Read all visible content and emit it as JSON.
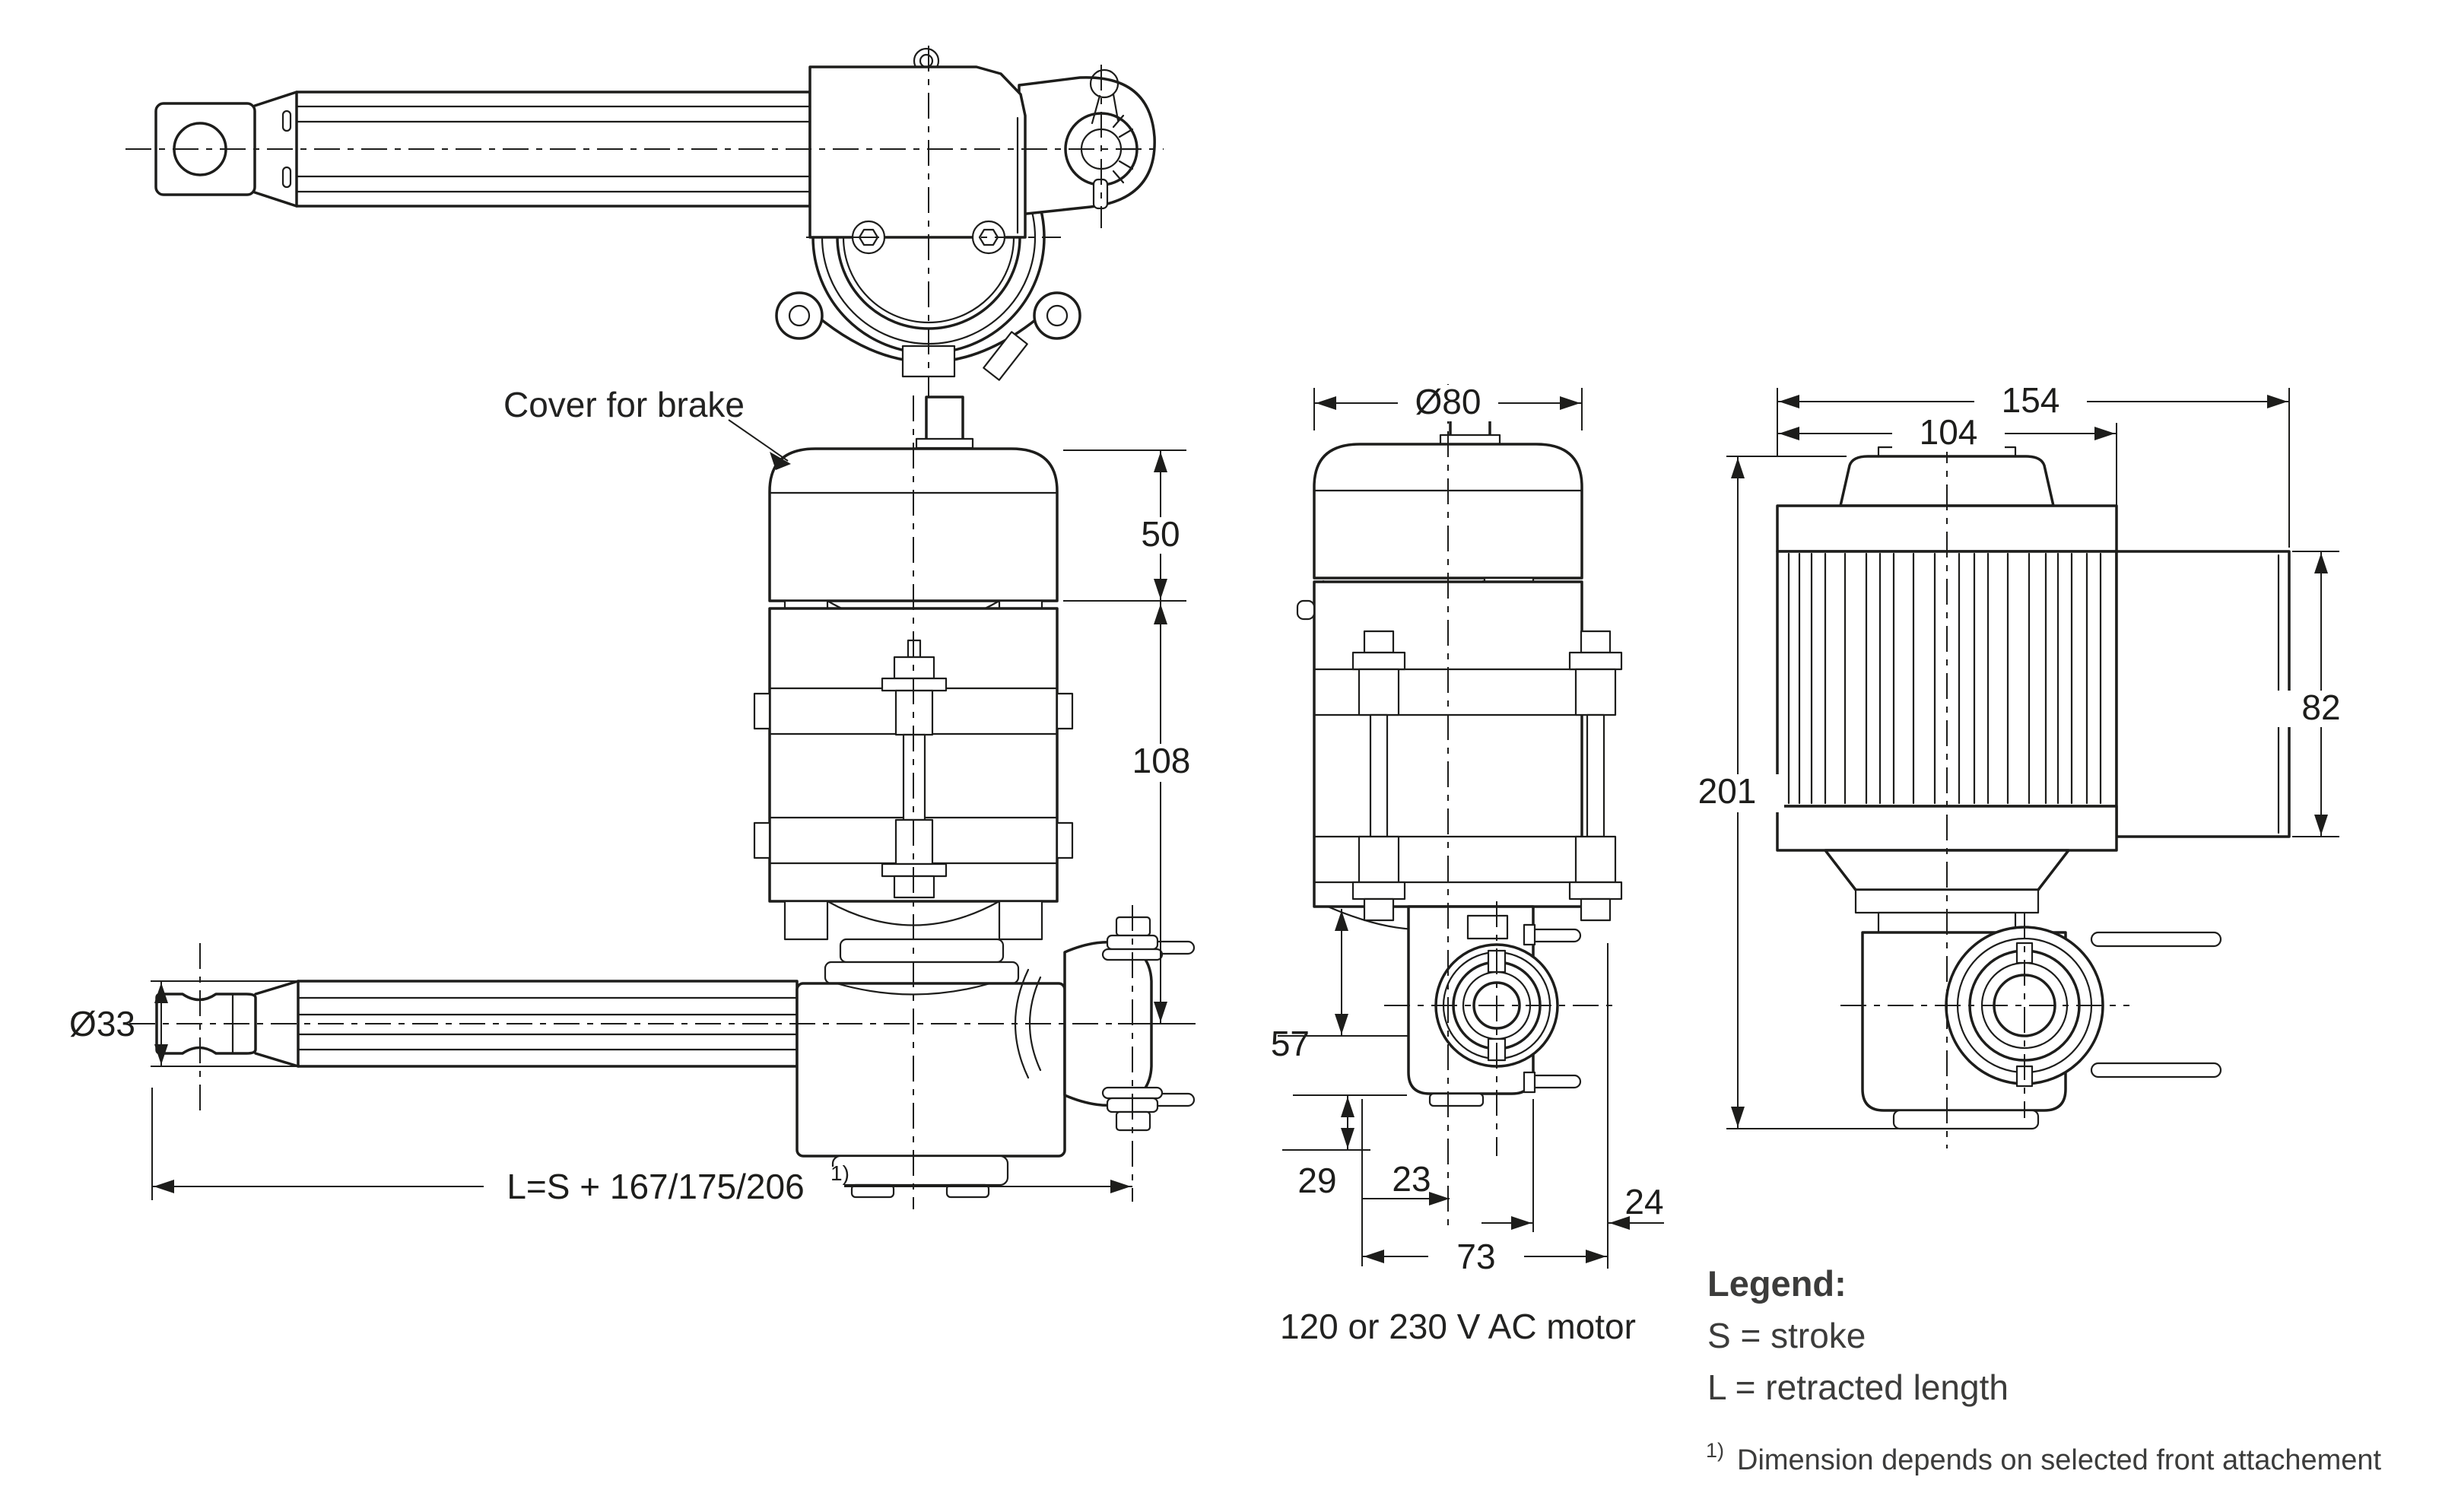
{
  "drawing": {
    "title_context": "Linear actuator dimensional drawing",
    "annotations": {
      "cover_for_brake": "Cover for brake",
      "motor_note": "120 or 230 V AC motor"
    },
    "dimensions": {
      "front_view": {
        "cover_height": "50",
        "motor_face_to_axis": "108",
        "tube_diameter": "Ø33",
        "retracted_length_formula": "L=S + 167/175/206",
        "retracted_length_footnote_marker": "1)"
      },
      "side_view": {
        "motor_diameter": "Ø80",
        "motor_face_to_step": "57",
        "base_offset": "29",
        "axis_offset": "23",
        "housing_width": "73",
        "pin_overhang": "24"
      },
      "rear_view": {
        "total_width": "154",
        "motor_width": "104",
        "total_height": "201",
        "terminal_box_height": "82"
      }
    },
    "legend": {
      "title": "Legend:",
      "items": [
        "S = stroke",
        "L = retracted length"
      ]
    },
    "footnote": {
      "marker": "1)",
      "text": "Dimension depends on selected front attachement"
    },
    "colors": {
      "line": "#1d1d1b",
      "text_gray": "#3c3c3b",
      "background": "#ffffff"
    }
  }
}
